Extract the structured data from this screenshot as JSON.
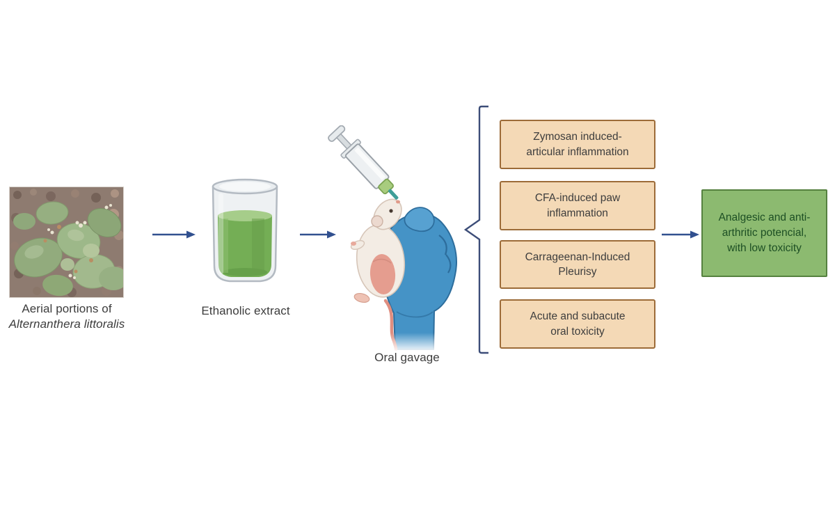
{
  "palette": {
    "arrow": "#31508f",
    "brace": "#3c4d78",
    "model_box_fill": "#f4d9b6",
    "model_box_border": "#9c6b38",
    "outcome_fill": "#8cba70",
    "outcome_border": "#55813f",
    "outcome_text": "#1d4f24"
  },
  "plant": {
    "caption_lines": [
      "Aerial portions of",
      "Alternanthera littoralis"
    ]
  },
  "extract": {
    "caption": "Ethanolic extract"
  },
  "gavage": {
    "caption": "Oral gavage"
  },
  "models": [
    {
      "lines": [
        "Zymosan induced-",
        "articular inflammation"
      ]
    },
    {
      "lines": [
        "CFA-induced paw",
        "inflammation"
      ]
    },
    {
      "lines": [
        "Carrageenan-Induced",
        "Pleurisy"
      ]
    },
    {
      "lines": [
        "Acute and subacute",
        "oral toxicity"
      ]
    }
  ],
  "outcome": {
    "lines": [
      "Analgesic and anti-",
      "arthritic potencial,",
      "with low toxicity"
    ]
  }
}
